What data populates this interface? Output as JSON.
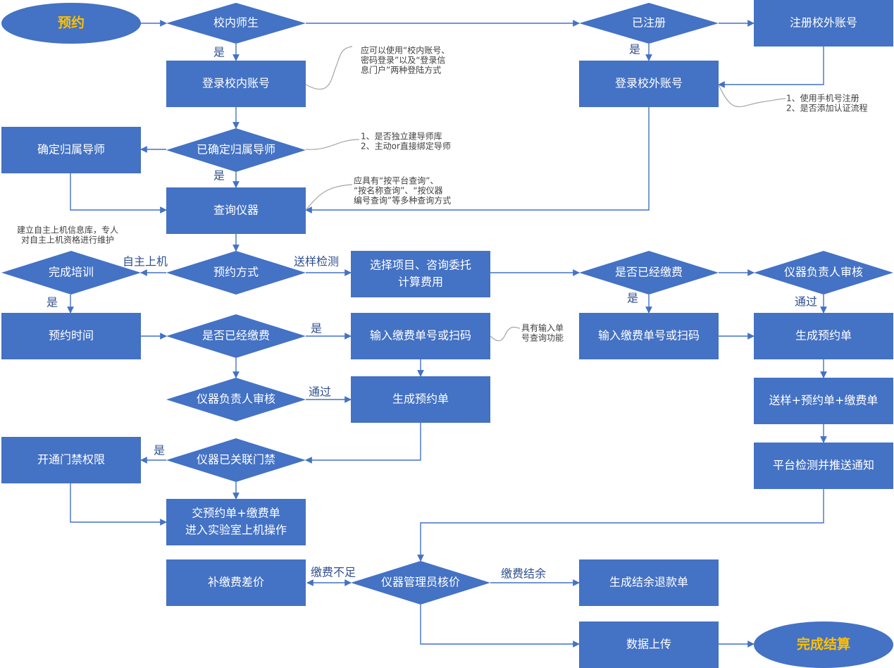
{
  "colors": {
    "node_fill": "#4472C4",
    "node_text": "#ffffff",
    "terminal_text": "#FFC000",
    "edge": "#4472C4",
    "annotation_line": "#a6a6a6",
    "label_text": "#2f4f8f",
    "note_text": "#404040"
  },
  "nodes": {
    "start": "预约",
    "is_internal": "校内师生",
    "login_internal": "登录校内账号",
    "is_registered": "已注册",
    "register_external": "注册校外账号",
    "login_external": "登录校外账号",
    "advisor_confirmed": "已确定归属导师",
    "confirm_advisor": "确定归属导师",
    "query_instrument": "查询仪器",
    "booking_method": "预约方式",
    "complete_training": "完成培训",
    "select_items": "选择项目、咨询委托\n计算费用",
    "paid_check_right": "是否已经缴费",
    "owner_review_right": "仪器负责人审核",
    "booking_time": "预约时间",
    "paid_check_left": "是否已经缴费",
    "input_payment_mid": "输入缴费单号或扫码",
    "input_payment_right": "输入缴费单号或扫码",
    "generate_order_right": "生成预约单",
    "owner_review_left": "仪器负责人审核",
    "generate_order_mid": "生成预约单",
    "send_sample": "送样+预约单+缴费单",
    "open_access": "开通门禁权限",
    "access_linked": "仪器已关联门禁",
    "platform_test": "平台检测并推送通知",
    "submit_lab": "交预约单+缴费单\n进入实验室上机操作",
    "pay_difference": "补缴费差价",
    "admin_verify": "仪器管理员核价",
    "refund_order": "生成结余退款单",
    "data_upload": "数据上传",
    "end": "完成结算"
  },
  "edge_labels": {
    "yes_internal": "是",
    "yes_registered": "是",
    "yes_advisor": "是",
    "self_operate": "自主上机",
    "send_test": "送样检测",
    "yes_training": "是",
    "yes_paid_right": "是",
    "passed_right": "通过",
    "yes_paid_left": "是",
    "passed_left": "通过",
    "yes_access": "是",
    "underpaid": "缴费不足",
    "overpaid": "缴费结余"
  },
  "notes": {
    "login_methods": "应可以使用“校内账号、\n密码登录”以及“登录信\n息门户”两种登陆方式",
    "phone_register": "1、使用手机号注册\n2、是否添加认证流程",
    "advisor_library": "1、是否独立建导师库\n2、主动or直接绑定导师",
    "query_methods": "应具有“按平台查询”、\n“按名称查询”、“按仪器\n编号查询”等多种查询方式",
    "self_operate_db": "建立自主上机信息库，专人\n对自主上机资格进行维护",
    "payment_lookup": "具有输入单\n号查询功能"
  }
}
